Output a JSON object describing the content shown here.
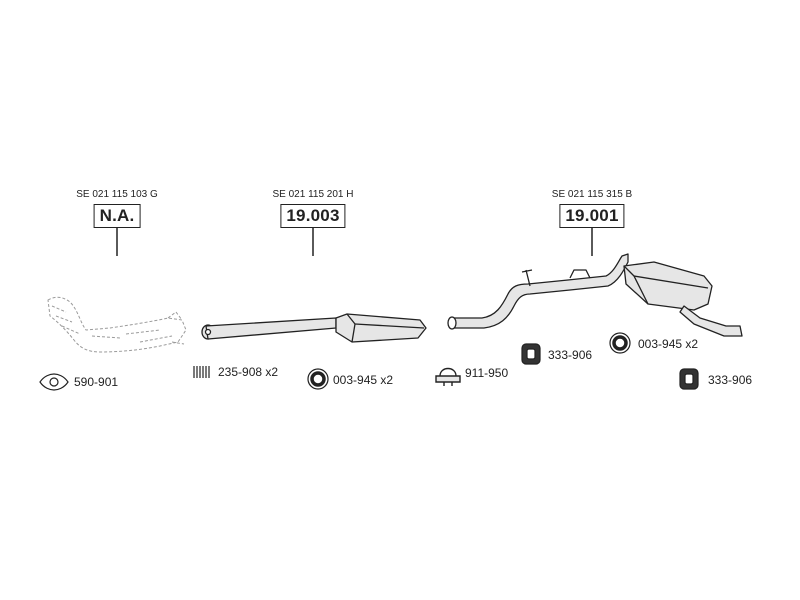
{
  "assemblies": [
    {
      "oem_ref": "SE 021 115 103 G",
      "code": "N.A."
    },
    {
      "oem_ref": "SE 021 115 201 H",
      "code": "19.003"
    },
    {
      "oem_ref": "SE 021 115 315 B",
      "code": "19.001"
    }
  ],
  "parts": [
    {
      "label": "590-901",
      "icon": "gasket-icon"
    },
    {
      "label": "235-908 x2",
      "icon": "spring-icon"
    },
    {
      "label": "003-945 x2",
      "icon": "sealing-ring-icon"
    },
    {
      "label": "911-950",
      "icon": "clamp-icon"
    },
    {
      "label": "333-906",
      "icon": "rubber-mount-icon"
    },
    {
      "label": "003-945 x2",
      "icon": "sealing-ring-icon"
    },
    {
      "label": "333-906",
      "icon": "rubber-mount-icon"
    }
  ],
  "colors": {
    "line": "#222222",
    "part_fill": "#e6e6e6",
    "sketch": "#9a9a9a"
  }
}
